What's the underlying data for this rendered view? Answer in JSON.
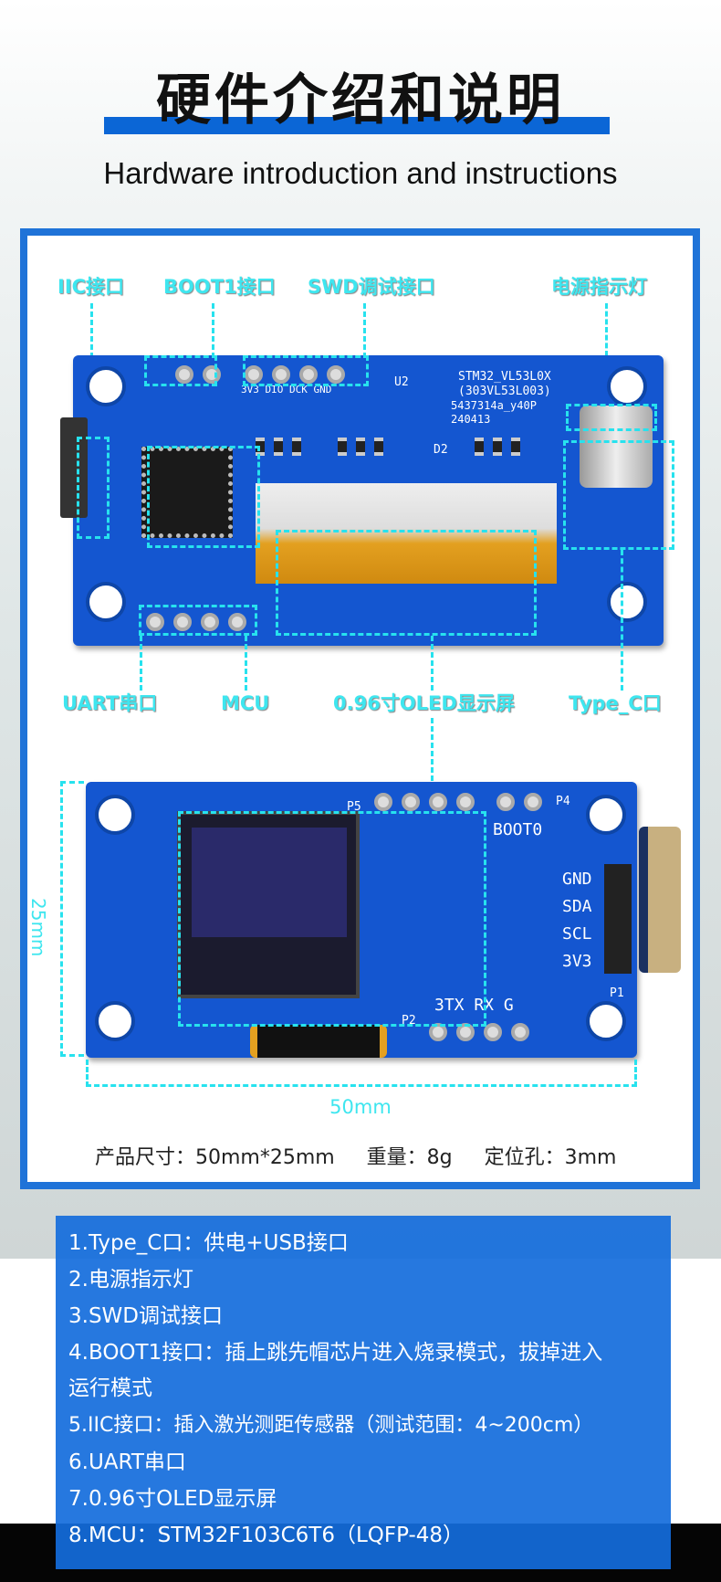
{
  "header": {
    "title_zh": "硬件介绍和说明",
    "title_en": "Hardware introduction and instructions"
  },
  "top_labels": [
    "IIC接口",
    "BOOT1接口",
    "SWD调试接口",
    "电源指示灯"
  ],
  "bottom_labels": [
    "UART串口",
    "MCU",
    "0.96寸OLED显示屏",
    "Type_C口"
  ],
  "board_front": {
    "silk": [
      "STM32_VL53L0X",
      "(303VL53L003)",
      "5437314a_y40P",
      "240413",
      "3V3 DIO DCK GND",
      "U2",
      "D2"
    ]
  },
  "board_back": {
    "pins_p1": [
      "GND",
      "SDA",
      "SCL",
      "3V3"
    ],
    "silk": [
      "P5",
      "P4",
      "BOOT0",
      "P1",
      "P2",
      "3TX RX G"
    ]
  },
  "dimensions": {
    "width": "50mm",
    "height": "25mm"
  },
  "spec_line": "产品尺寸：50mm*25mm     重量：8g     定位孔：3mm",
  "info": [
    "1.Type_C口：供电+USB接口",
    "2.电源指示灯",
    "3.SWD调试接口",
    "4.BOOT1接口：插上跳先帽芯片进入烧录模式，拔掉进入",
    "运行模式",
    "5.IIC接口：插入激光测距传感器（测试范围：4~200cm）",
    "6.UART串口",
    "7.0.96寸OLED显示屏",
    "8.MCU：STM32F103C6T6（LQFP-48）"
  ],
  "colors": {
    "accent": "#1f73d8",
    "label": "#3ee6ef",
    "pcb": "#1456d0"
  }
}
